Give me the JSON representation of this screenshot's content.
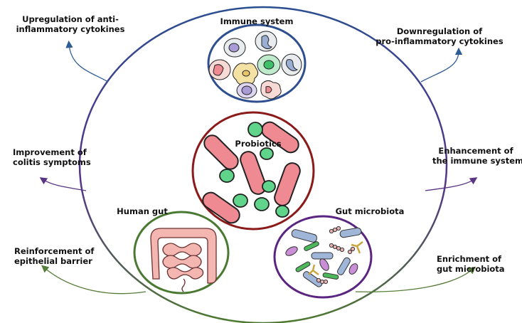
{
  "labels": {
    "immune_system": "Immune system",
    "probiotics": "Probiotics",
    "human_gut": "Human gut",
    "gut_microbiota": "Gut microbiota"
  },
  "outcomes": {
    "upregulation": [
      "Upregulation of anti-",
      "inflammatory cytokines"
    ],
    "downregulation": [
      "Downregulation of",
      "pro-inflammatory cytokines"
    ],
    "colitis": [
      "Improvement of",
      "colitis symptoms"
    ],
    "immune_enhancement": [
      "Enhancement of",
      "the immune system"
    ],
    "barrier": [
      "Reinforcement of",
      "epithelial barrier"
    ],
    "enrichment": [
      "Enrichment of",
      "gut microbiota"
    ]
  },
  "colors": {
    "immune": "#2e4f8f",
    "probiotics": "#8b1a1a",
    "gut": "#4a7a32",
    "microbiota": "#5a2580",
    "arrow_blue": "#2e5d96",
    "arrow_purple": "#5a3585",
    "arrow_green": "#567d3a",
    "rod_fill": "#f08a92",
    "cocci_fill": "#5fd48a",
    "intestine_fill": "#f3b6b0"
  }
}
